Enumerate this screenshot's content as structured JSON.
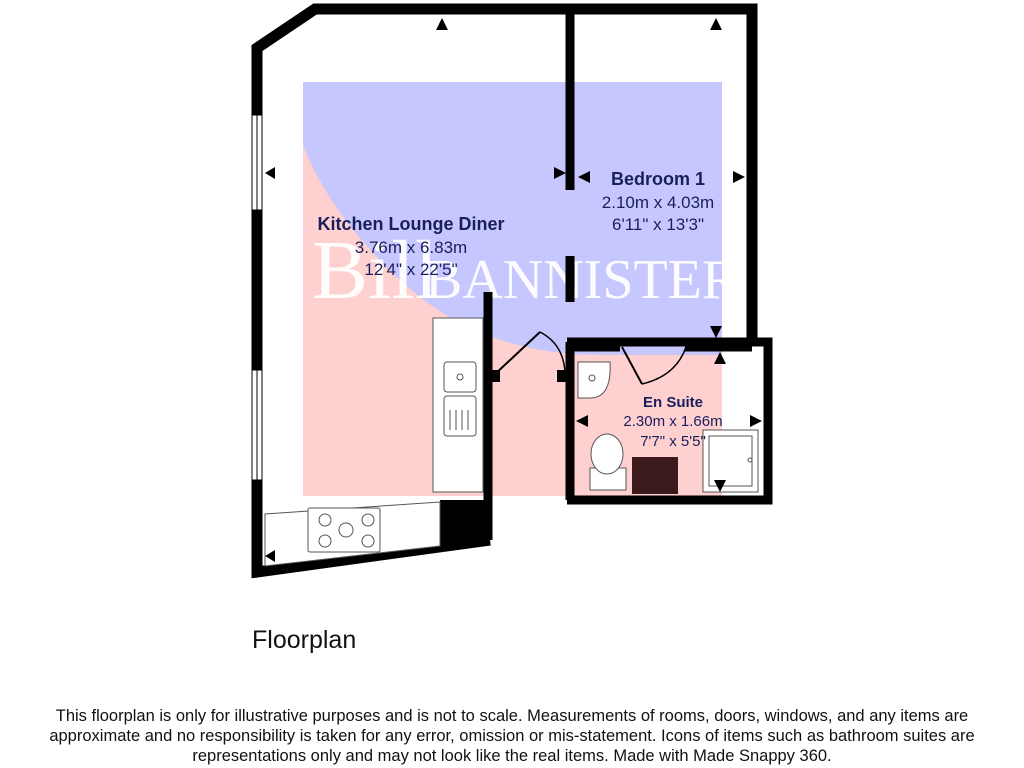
{
  "rooms": [
    {
      "name": "Kitchen Lounge Diner",
      "dim_metric": "3.76m x 6.83m",
      "dim_imperial": "12'4\" x 22'5\""
    },
    {
      "name": "Bedroom 1",
      "dim_metric": "2.10m x 4.03m",
      "dim_imperial": "6'11\" x 13'3\""
    },
    {
      "name": "En Suite",
      "dim_metric": "2.30m x 1.66m",
      "dim_imperial": "7'7\" x 5'5\""
    }
  ],
  "watermark": {
    "line1": "Bill",
    "line2": "BANNISTER"
  },
  "plan_title": "Floorplan",
  "disclaimer": "This floorplan is only for illustrative purposes and is not to scale. Measurements of rooms, doors, windows, and any items are approximate and no responsibility is taken for any error, omission or mis-statement. Icons of items such as bathroom suites are representations only and may not look like the real items. Made with Made Snappy 360.",
  "colors": {
    "wall": "#000000",
    "label": "#1a1f5c",
    "watermark_blue": "#c7c7ff",
    "watermark_red": "#ffd0d0",
    "stair_block": "#3a1a1a"
  }
}
